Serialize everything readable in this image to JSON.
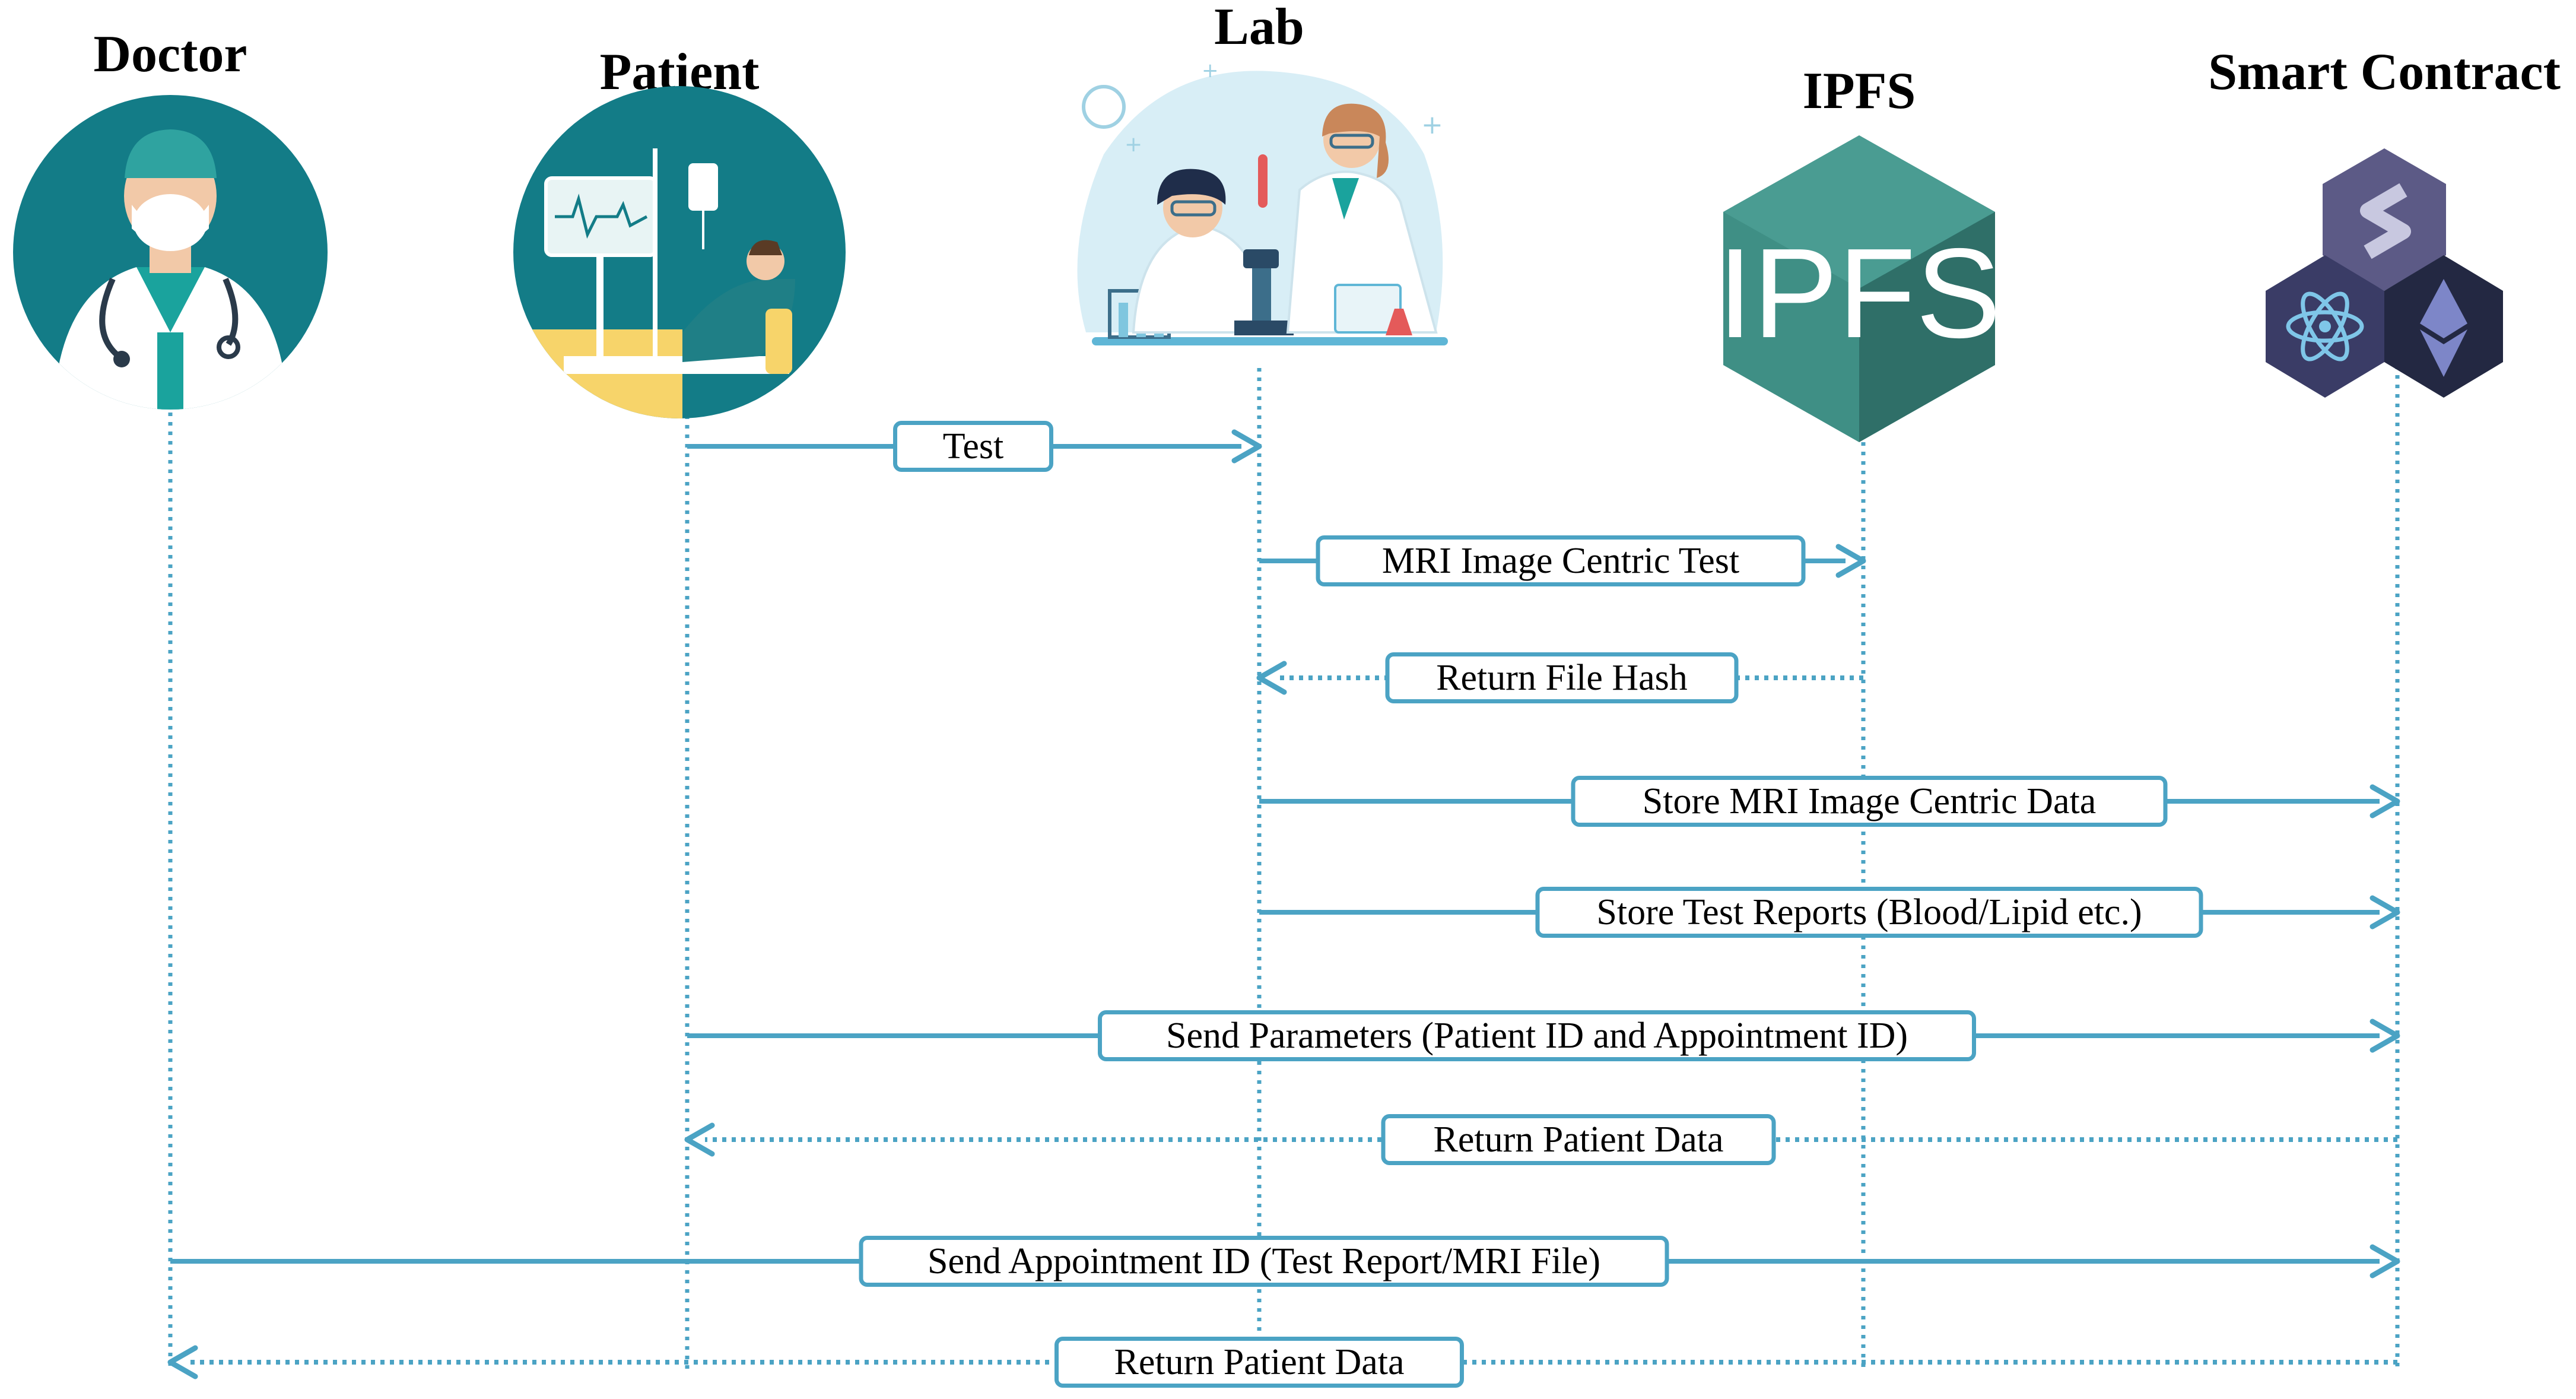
{
  "actors": [
    {
      "id": "doctor",
      "title": "Doctor"
    },
    {
      "id": "patient",
      "title": "Patient"
    },
    {
      "id": "lab",
      "title": "Lab"
    },
    {
      "id": "ipfs",
      "title": "IPFS",
      "logo_text": "IPFS"
    },
    {
      "id": "smart_contract",
      "title": "Smart Contract"
    }
  ],
  "messages": [
    {
      "from": "patient",
      "to": "lab",
      "label": "Test",
      "style": "solid"
    },
    {
      "from": "lab",
      "to": "ipfs",
      "label": "MRI Image  Centric  Test",
      "style": "solid"
    },
    {
      "from": "ipfs",
      "to": "lab",
      "label": "Return File Hash",
      "style": "dotted"
    },
    {
      "from": "lab",
      "to": "smart_contract",
      "label": "Store MRI Image Centric  Data",
      "style": "solid"
    },
    {
      "from": "lab",
      "to": "smart_contract",
      "label": "Store Test Reports  (Blood/Lipid  etc.)",
      "style": "solid"
    },
    {
      "from": "patient",
      "to": "smart_contract",
      "label": "Send Parameters  (Patient ID and Appointment  ID)",
      "style": "solid"
    },
    {
      "from": "smart_contract",
      "to": "patient",
      "label": "Return Patient Data",
      "style": "dotted"
    },
    {
      "from": "doctor",
      "to": "smart_contract",
      "label": "Send Appointment  ID (Test Report/MRI File)",
      "style": "solid"
    },
    {
      "from": "smart_contract",
      "to": "doctor",
      "label": "Return Patient Data",
      "style": "dotted"
    }
  ],
  "colors": {
    "line": "#4ba3c4",
    "teal": "#137c87",
    "ipfs": "#3f8f85",
    "ipfs_dark": "#2f6f68",
    "sc_purple": "#5c5a86",
    "sc_navy": "#2a2e4a"
  },
  "icons": [
    "doctor-avatar-icon",
    "patient-bed-icon",
    "lab-scientists-icon",
    "ipfs-hexagon-icon",
    "smart-contract-cubes-icon"
  ]
}
